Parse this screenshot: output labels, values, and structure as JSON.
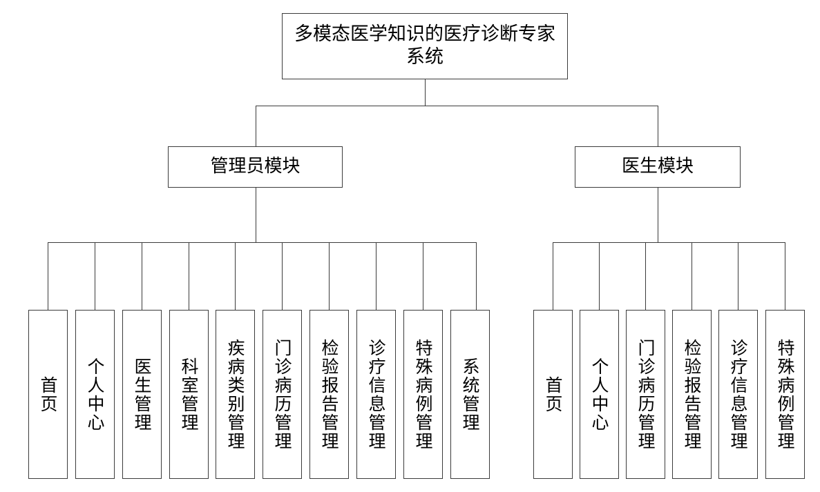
{
  "diagram": {
    "type": "tree",
    "title_node": {
      "label": "多模态医学知识的医疗诊断专家系统"
    },
    "modules": [
      {
        "label": "管理员模块"
      },
      {
        "label": "医生模块"
      }
    ],
    "admin_leaves": [
      {
        "label": "首页"
      },
      {
        "label": "个人中心"
      },
      {
        "label": "医生管理"
      },
      {
        "label": "科室管理"
      },
      {
        "label": "疾病类别管理"
      },
      {
        "label": "门诊病历管理"
      },
      {
        "label": "检验报告管理"
      },
      {
        "label": "诊疗信息管理"
      },
      {
        "label": "特殊病例管理"
      },
      {
        "label": "系统管理"
      }
    ],
    "doctor_leaves": [
      {
        "label": "首页"
      },
      {
        "label": "个人中心"
      },
      {
        "label": "门诊病历管理"
      },
      {
        "label": "检验报告管理"
      },
      {
        "label": "诊疗信息管理"
      },
      {
        "label": "特殊病例管理"
      }
    ],
    "colors": {
      "line": "#3a3a3a",
      "box_border": "#3a3a3a",
      "box_fill": "#ffffff",
      "text": "#000000",
      "background": "#ffffff"
    }
  }
}
